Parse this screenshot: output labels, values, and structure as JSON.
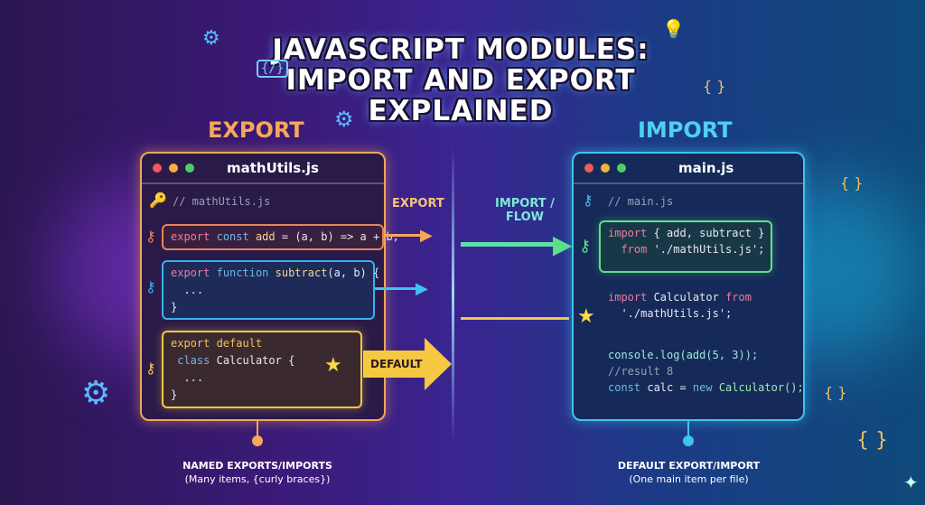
{
  "title": {
    "line1": "JAVASCRIPT MODULES:",
    "line2": "IMPORT AND EXPORT",
    "line3": "EXPLAINED"
  },
  "left": {
    "heading": "EXPORT",
    "file_name": "mathUtils.js",
    "comment": "// mathUtils.js",
    "line_add": {
      "kw": "export",
      "kw2": "const",
      "name": "add",
      "rest": " = (a, b) => a + b;"
    },
    "line_sub": {
      "kw": "export",
      "kw2": "function",
      "name": "subtract",
      "rest": "(a, b) {",
      "body": "  ...",
      "close": "}"
    },
    "line_def": {
      "kw": "export default",
      "kw2": "class",
      "name": "Calculator",
      "rest": " {",
      "body": "  ...",
      "close": "}"
    },
    "arrow_label": "EXPORT",
    "default_label": "DEFAULT"
  },
  "right": {
    "heading": "IMPORT",
    "file_name": "main.js",
    "comment": "// main.js",
    "flow_label_1": "IMPORT /",
    "flow_label_2": "FLOW",
    "import1_a": "import",
    "import1_b": " { add, subtract }",
    "import1_c": "from",
    "import1_d": " './mathUtils.js';",
    "import2_a": "import",
    "import2_b": " Calculator ",
    "import2_c": "from",
    "import2_d": "'./mathUtils.js';",
    "log": "console.log(add(5, 3));",
    "result": "//result 8",
    "calc_kw": "const",
    "calc_rest": " calc = ",
    "calc_new": "new",
    "calc_cls": " Calculator();"
  },
  "footer": {
    "left_title": "NAMED EXPORTS/IMPORTS",
    "left_sub": "(Many items, {curly braces})",
    "right_title": "DEFAULT EXPORT/IMPORT",
    "right_sub": "(One main item per file)"
  },
  "colors": {
    "orange": "#f2a65a",
    "blue": "#3ec4ee",
    "green": "#5ee08a",
    "gold": "#f5c842"
  }
}
